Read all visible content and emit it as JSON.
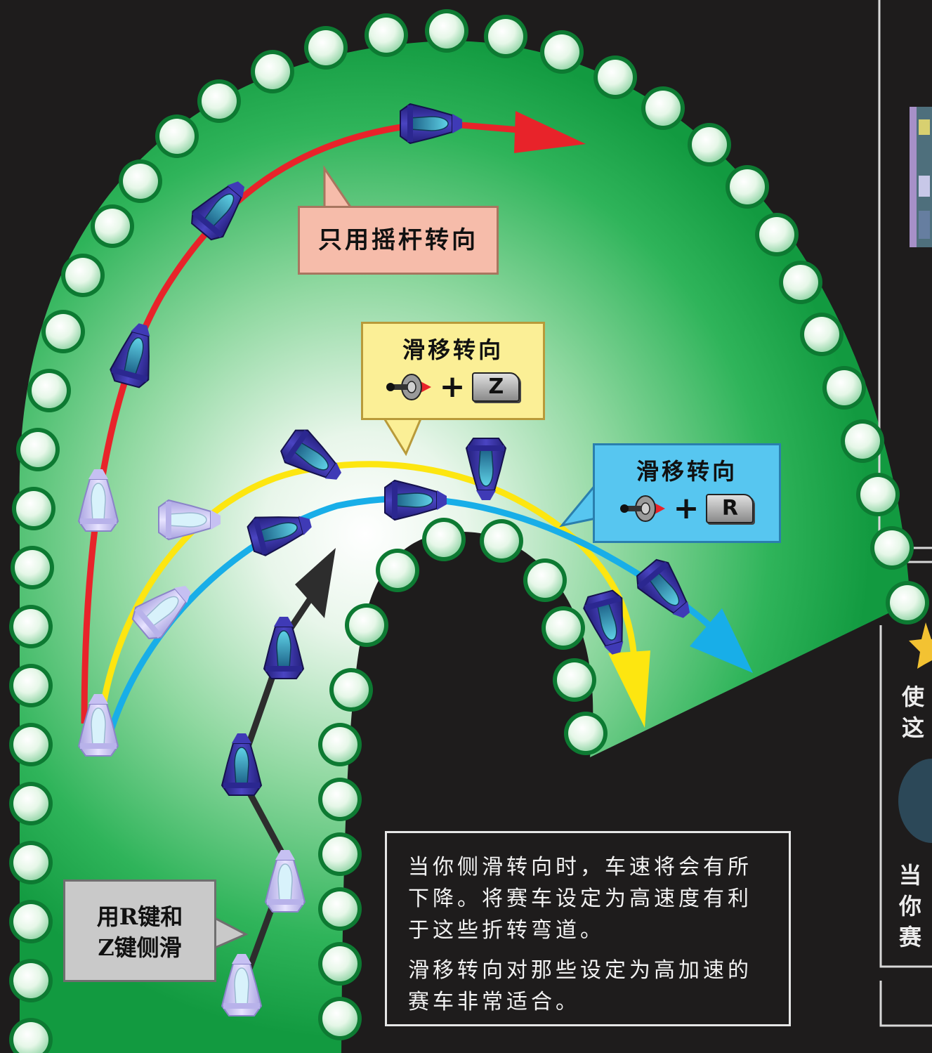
{
  "callouts": {
    "stick_only": "只用摇杆转向",
    "slide_z": {
      "title": "滑移转向",
      "key": "Z"
    },
    "slide_r": {
      "title": "滑移转向",
      "key": "R"
    },
    "rz_slide": {
      "line1": "用R键和",
      "line2": "Z键侧滑"
    },
    "plus": "+"
  },
  "info": {
    "p1": "当你侧滑转向时，车速将会有所下降。将赛车设定为高速度有利于这些折转弯道。",
    "p2": "滑移转向对那些设定为高加速的赛车非常适合。"
  },
  "side_text": {
    "a1": "使",
    "a2": "这",
    "b1": "当",
    "b2": "你",
    "b3": "赛"
  },
  "colors": {
    "background": "#1e1c1c",
    "track_green": "#19a84a",
    "red_path": "#e8232a",
    "yellow_path": "#fde610",
    "blue_path": "#18aee8",
    "dark_path": "#2d2d2d",
    "ship_blue": "#3b36a8",
    "ship_ghost": "#c9c3f0"
  },
  "icons": [
    "joystick-icon",
    "r-key-icon",
    "z-key-icon",
    "star-icon",
    "racer-ship-icon",
    "barrier-bead-icon"
  ]
}
